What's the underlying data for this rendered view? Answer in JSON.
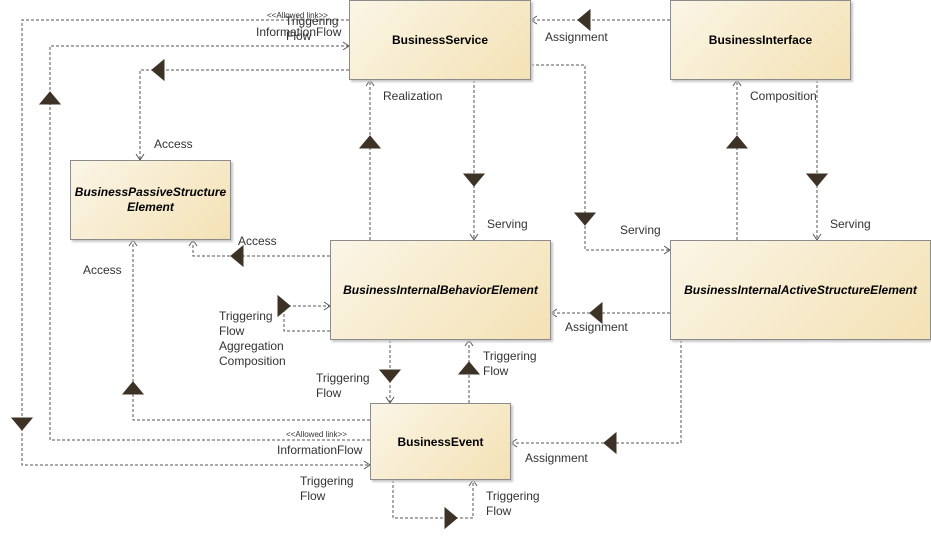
{
  "nodes": {
    "business_service": "BusinessService",
    "business_interface": "BusinessInterface",
    "passive_structure": "BusinessPassiveStructure Element",
    "internal_behavior": "BusinessInternalBehaviorElement",
    "internal_active_structure": "BusinessInternalActiveStructureElement",
    "business_event": "BusinessEvent"
  },
  "labels": {
    "allowed_link_top": "<<Allowed link>>",
    "triggering_top": "Triggering",
    "information_flow_top": "InformationFlow",
    "flow_top": "Flow",
    "assignment_top": "Assignment",
    "realization": "Realization",
    "composition": "Composition",
    "access_top": "Access",
    "access_mid": "Access",
    "access_left": "Access",
    "serving_behavior": "Serving",
    "serving_active": "Serving",
    "serving_interface": "Serving",
    "assignment_mid": "Assignment",
    "self_triggering": "Triggering",
    "self_flow": "Flow",
    "self_aggregation": "Aggregation",
    "self_composition": "Composition",
    "triggering_down": "Triggering",
    "flow_down": "Flow",
    "triggering_up": "Triggering",
    "flow_up": "Flow",
    "allowed_link_bottom": "<<Allowed link>>",
    "information_flow_bottom": "InformationFlow",
    "assignment_bottom": "Assignment",
    "event_triggering_left": "Triggering",
    "event_flow_left": "Flow",
    "event_triggering_right": "Triggering",
    "event_flow_right": "Flow"
  }
}
